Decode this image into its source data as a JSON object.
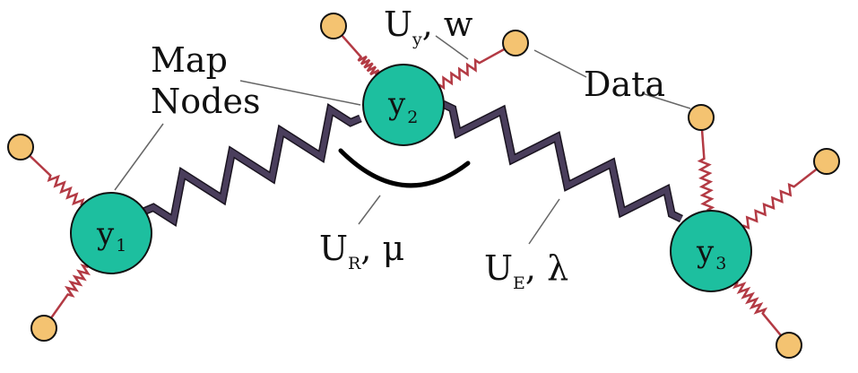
{
  "labels": {
    "map_line1": "Map",
    "map_line2": "Nodes",
    "data": "Data",
    "uy_main": "U",
    "uy_sub": "y",
    "uy_param": ", w",
    "ur_main": "U",
    "ur_sub": "R",
    "ur_param": ", μ",
    "ue_main": "U",
    "ue_sub": "E",
    "ue_param": ", λ"
  },
  "nodes": [
    {
      "main": "y",
      "sub": "1"
    },
    {
      "main": "y",
      "sub": "2"
    },
    {
      "main": "y",
      "sub": "3"
    }
  ],
  "colors": {
    "node_fill": "#1dbf9f",
    "data_fill": "#f4c371",
    "data_spring": "#b33a44",
    "map_spring": "#4a3e5c",
    "leader": "#666666",
    "arc": "#000000"
  }
}
